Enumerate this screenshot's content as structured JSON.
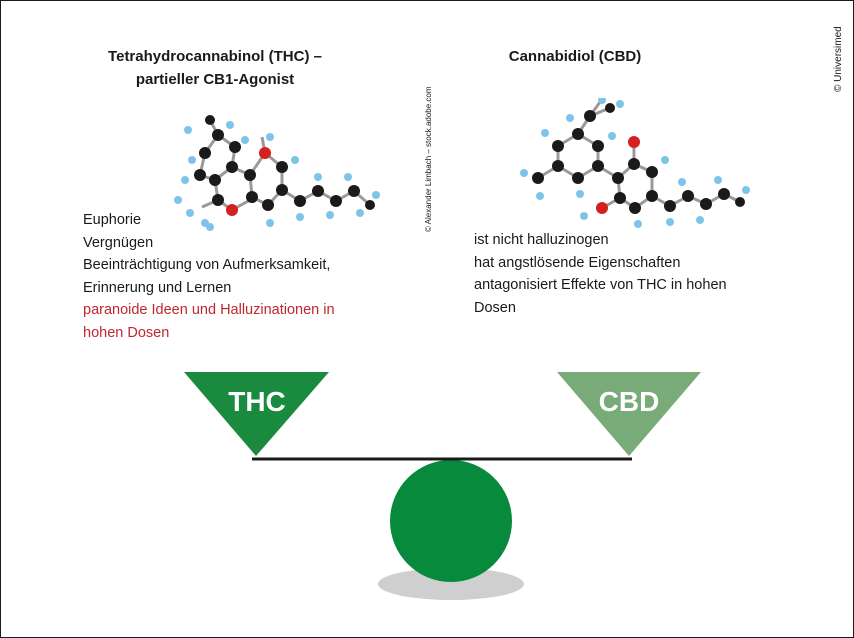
{
  "thc": {
    "title_line1": "Tetrahydrocannabinol (THC) –",
    "title_line2": "partieller CB1-Agonist",
    "effects": [
      "Euphorie",
      "Vergnügen",
      "Beeinträchtigung von Aufmerksamkeit,",
      "Erinnerung und Lernen"
    ],
    "effects_red": [
      "paranoide Ideen und Halluzinationen in",
      "hohen Dosen"
    ],
    "label": "THC",
    "color": "#1a8a3e"
  },
  "cbd": {
    "title": "Cannabidiol (CBD)",
    "effects": [
      "ist nicht halluzinogen",
      "hat angstlösende Eigenschaften",
      "antagonisiert Effekte von THC in hohen",
      "Dosen"
    ],
    "label": "CBD",
    "color": "#79ab78"
  },
  "credits": {
    "photo": "© Alexander Limbach – stock.adobe.com",
    "publisher": "© Universimed"
  },
  "colors": {
    "fulcrum": "#078a3c",
    "shadow": "#cfcfcf",
    "beam": "#1a1a1a",
    "highlight_red": "#c0272d",
    "atom_carbon": "#1a1a1a",
    "atom_hydrogen": "#7ec4ea",
    "atom_oxygen": "#d42020"
  }
}
